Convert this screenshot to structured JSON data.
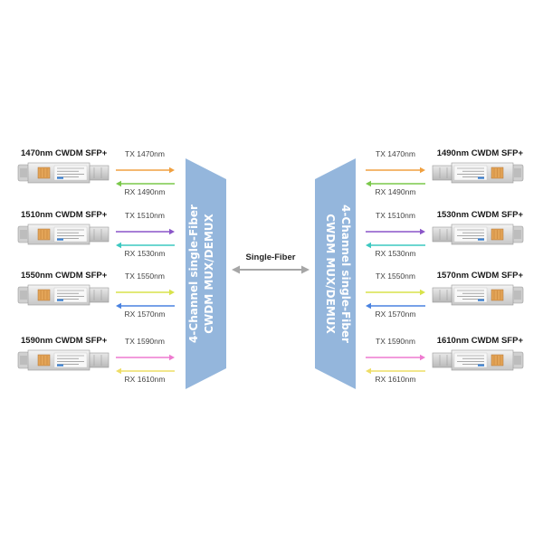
{
  "mux": {
    "left_lines": [
      "4-Channel single-Fiber",
      "CWDM MUX/DEMUX"
    ],
    "right_lines": [
      "4-Channel single-Fiber",
      "CWDM MUX/DEMUX"
    ],
    "fill_color": "#94b6dc"
  },
  "fiber": {
    "label": "Single-Fiber",
    "arrow_color": "#a6a6a6"
  },
  "left_modules": [
    {
      "title": "1470nm CWDM SFP+",
      "tx": "TX 1470nm",
      "rx": "RX 1490nm",
      "tx_color": "#f0a040",
      "rx_color": "#7ac84a"
    },
    {
      "title": "1510nm CWDM SFP+",
      "tx": "TX 1510nm",
      "rx": "RX 1530nm",
      "tx_color": "#8a55c8",
      "rx_color": "#3cc8c0"
    },
    {
      "title": "1550nm CWDM SFP+",
      "tx": "TX 1550nm",
      "rx": "RX 1570nm",
      "tx_color": "#d8e24a",
      "rx_color": "#4a82e0"
    },
    {
      "title": "1590nm CWDM SFP+",
      "tx": "TX 1590nm",
      "rx": "RX 1610nm",
      "tx_color": "#ee7ad0",
      "rx_color": "#eedd66"
    }
  ],
  "right_modules": [
    {
      "title": "1490nm CWDM SFP+",
      "tx": "TX 1470nm",
      "rx": "RX 1490nm",
      "tx_color": "#f0a040",
      "rx_color": "#7ac84a"
    },
    {
      "title": "1530nm CWDM SFP+",
      "tx": "TX 1510nm",
      "rx": "RX 1530nm",
      "tx_color": "#8a55c8",
      "rx_color": "#3cc8c0"
    },
    {
      "title": "1570nm CWDM SFP+",
      "tx": "TX 1550nm",
      "rx": "RX 1570nm",
      "tx_color": "#d8e24a",
      "rx_color": "#4a82e0"
    },
    {
      "title": "1610nm CWDM SFP+",
      "tx": "TX 1590nm",
      "rx": "RX 1610nm",
      "tx_color": "#ee7ad0",
      "rx_color": "#eedd66"
    }
  ]
}
